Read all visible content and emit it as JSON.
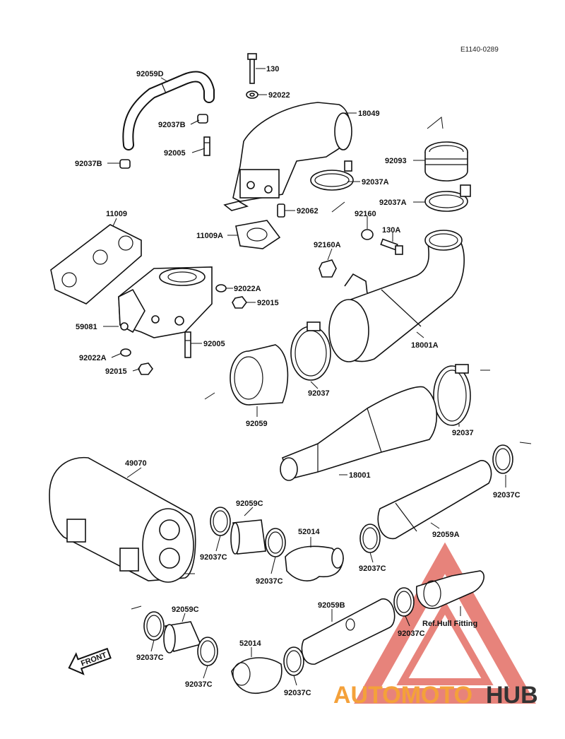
{
  "diagram_code": "E1140-0289",
  "labels": {
    "p130": "130",
    "p92022": "92022",
    "p18049": "18049",
    "p92059D": "92059D",
    "p92037B_a": "92037B",
    "p92005_a": "92005",
    "p92037B_b": "92037B",
    "p92093": "92093",
    "p92037A_a": "92037A",
    "p92037A_b": "92037A",
    "p92062": "92062",
    "p92160": "92160",
    "p11009": "11009",
    "p11009A": "11009A",
    "p130A": "130A",
    "p92160A": "92160A",
    "p92022A_a": "92022A",
    "p92015_a": "92015",
    "p59081": "59081",
    "p92005_b": "92005",
    "p18001A": "18001A",
    "p92022A_b": "92022A",
    "p92015_b": "92015",
    "p92037_a": "92037",
    "p92059": "92059",
    "p92037_b": "92037",
    "p49070": "49070",
    "p18001": "18001",
    "p92037C_a": "92037C",
    "p92059C_a": "92059C",
    "p52014_a": "52014",
    "p92059A": "92059A",
    "p92037C_b": "92037C",
    "p92037C_c": "92037C",
    "p92037C_d": "92037C",
    "p92059B": "92059B",
    "p92037C_e": "92037C",
    "p_refhull": "Ref.Hull Fitting",
    "p92059C_b": "92059C",
    "p92037C_f": "92037C",
    "p52014_b": "52014",
    "p92037C_g": "92037C",
    "p92037C_h": "92037C"
  },
  "front_label": "FRONT",
  "watermark": {
    "part1": "AUTOMOTO",
    "part2": "HUB",
    "color1": "#f4a13a",
    "color2": "#333333",
    "triangle_color": "#e05a4f"
  }
}
